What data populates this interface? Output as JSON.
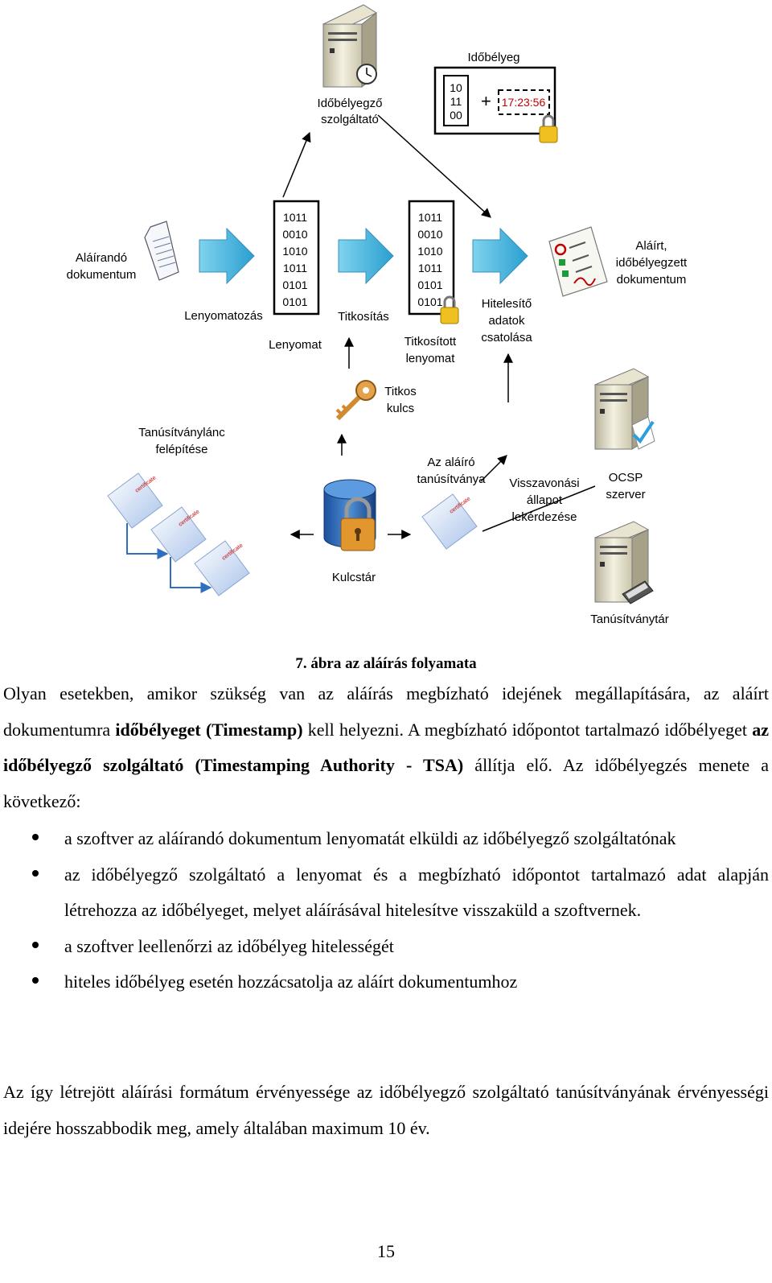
{
  "diagram": {
    "tsa_label_1": "Időbélyegző",
    "tsa_label_2": "szolgáltató",
    "timestamp_title": "Időbélyeg",
    "timestamp_bits": [
      "10",
      "11",
      "00"
    ],
    "timestamp_time": "17:23:56",
    "doc_label_1": "Aláírandó",
    "doc_label_2": "dokumentum",
    "hashing_label": "Lenyomatozás",
    "hash_bits": [
      "1011",
      "0010",
      "1010",
      "1011",
      "0101",
      "0101"
    ],
    "hash_label": "Lenyomat",
    "encrypt_label": "Titkosítás",
    "enc_bits": [
      "1011",
      "0010",
      "1010",
      "1011",
      "0101",
      "0101"
    ],
    "enc_label_1": "Titkosított",
    "enc_label_2": "lenyomat",
    "attach_label_1": "Hitelesítő",
    "attach_label_2": "adatok",
    "attach_label_3": "csatolása",
    "signed_label_1": "Aláírt,",
    "signed_label_2": "időbélyegzett",
    "signed_label_3": "dokumentum",
    "key_label_1": "Titkos",
    "key_label_2": "kulcs",
    "chain_label_1": "Tanúsítványlánc",
    "chain_label_2": "felépítése",
    "signer_cert_1": "Az aláíró",
    "signer_cert_2": "tanúsítványa",
    "revocation_1": "Visszavonási",
    "revocation_2": "állapot",
    "revocation_3": "lekérdezése",
    "ocsp_1": "OCSP",
    "ocsp_2": "szerver",
    "keystore_label": "Kulcstár",
    "cert_store_label": "Tanúsítványtár",
    "cert_word": "certificate"
  },
  "caption": "7. ábra az aláírás folyamata",
  "para1": {
    "t1": "Olyan esetekben, amikor szükség van az aláírás megbízható idejének megállapítására, az aláírt dokumentumra ",
    "b1": "időbélyeget (Timestamp)",
    "t2": " kell helyezni. A megbízható időpontot tartalmazó időbélyeget ",
    "b2": "az időbélyegző szolgáltató (Timestamping Authority - TSA)",
    "t3": " állítja elő. Az időbélyegzés menete a következő:"
  },
  "bullets": [
    "a szoftver az aláírandó dokumentum lenyomatát elküldi az időbélyegző szolgáltatónak",
    "az időbélyegző szolgáltató a lenyomat és a megbízható időpontot tartalmazó adat alapján létrehozza az időbélyeget, melyet aláírásával hitelesítve visszaküld a szoftvernek.",
    "a szoftver leellenőrzi az időbélyeg hitelességét",
    "hiteles időbélyeg esetén hozzácsatolja az aláírt dokumentumhoz"
  ],
  "para2": "Az így létrejött aláírási formátum érvényessége az időbélyegző szolgáltató tanúsítványának érvényességi idejére hosszabbodik meg, amely általában maximum 10 év.",
  "page_number": "15"
}
